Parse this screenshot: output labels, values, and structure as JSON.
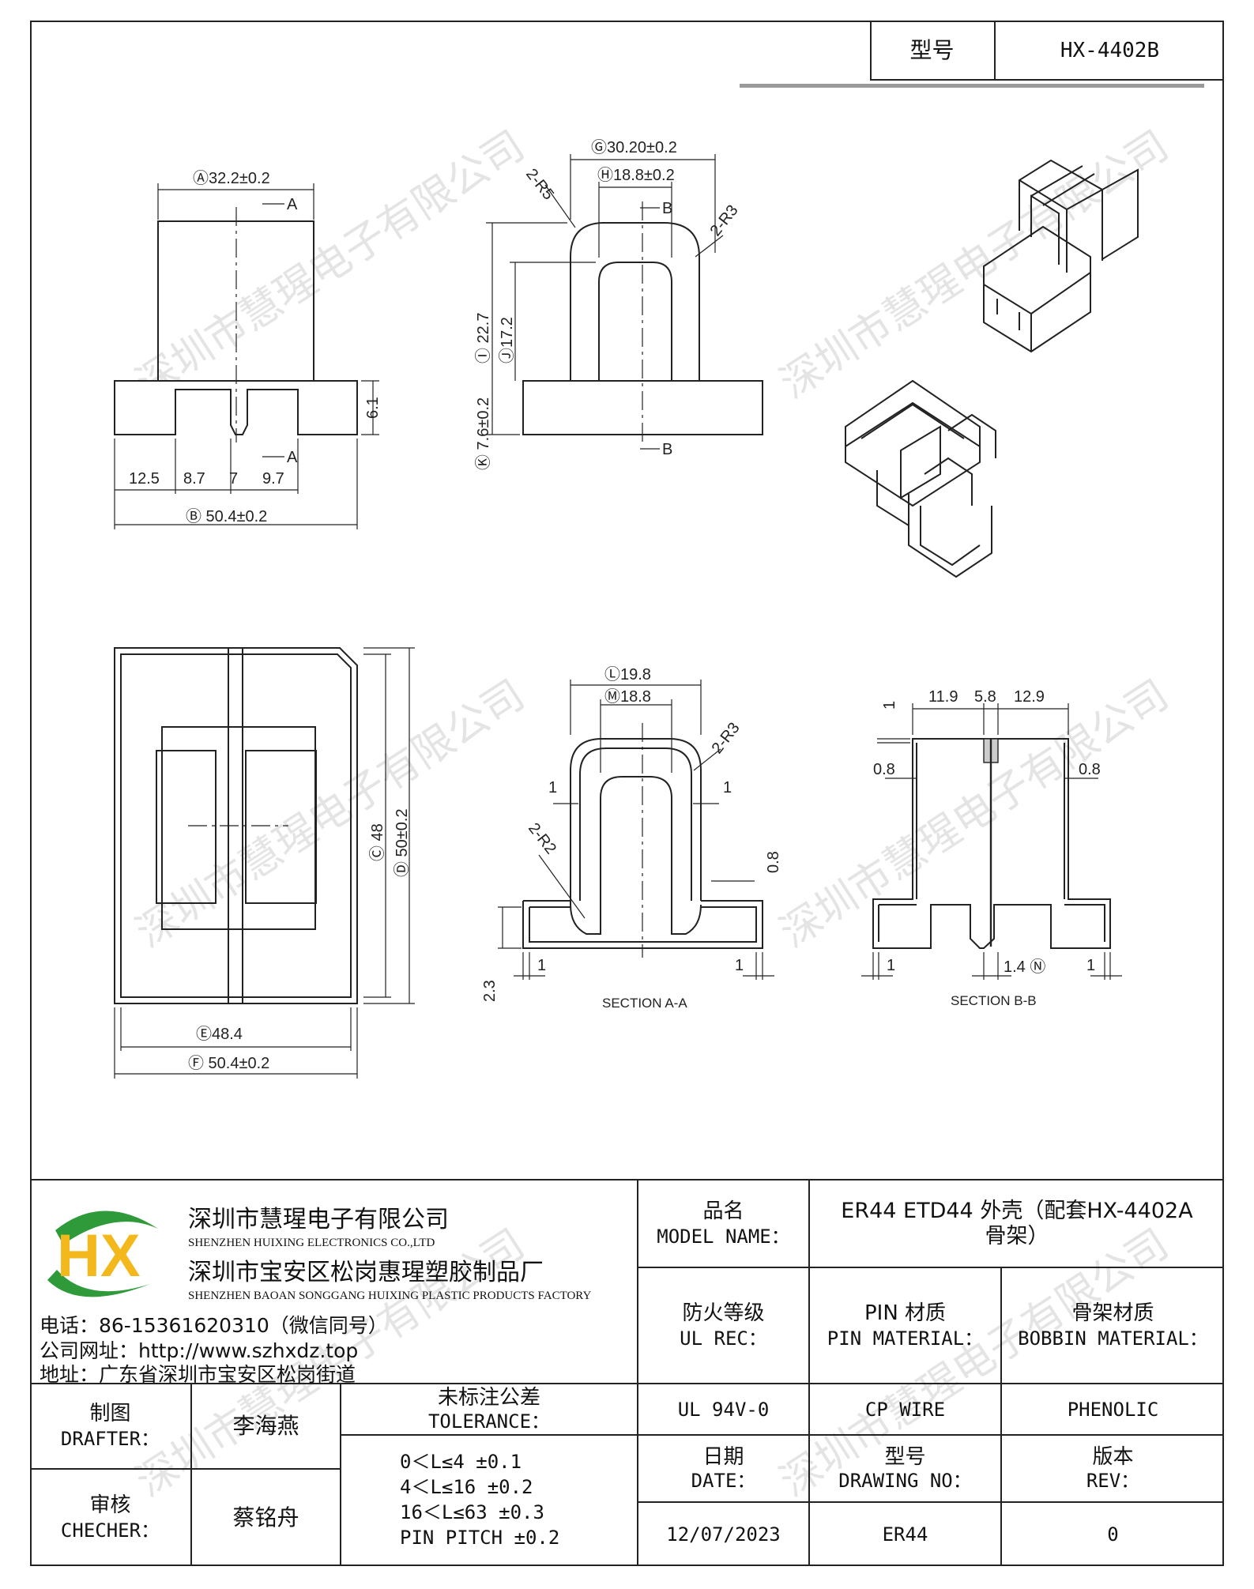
{
  "header": {
    "model_label": "型号",
    "model_value": "HX-4402B"
  },
  "watermark": "深圳市慧瑆电子有限公司",
  "drawing": {
    "view1": {
      "dim_A": "Ⓐ32.2±0.2",
      "cut_top": "A",
      "cut_bottom": "A",
      "dim_B": "Ⓑ 50.4±0.2",
      "dims": [
        "12.5",
        "8.7",
        "7",
        "9.7"
      ],
      "side": "6.1"
    },
    "view2": {
      "dim_G": "Ⓖ30.20±0.2",
      "dim_H": "Ⓗ18.8±0.2",
      "r5": "2-R5",
      "r3": "2-R3",
      "cut_top": "B",
      "cut_bottom": "B",
      "dim_I": "Ⓘ 22.7",
      "dim_J": "Ⓙ17.2",
      "dim_K": "Ⓚ 7.6±0.2"
    },
    "view4": {
      "dim_E": "Ⓔ48.4",
      "dim_F": "Ⓕ 50.4±0.2",
      "dim_C": "Ⓒ 48",
      "dim_D": "Ⓓ 50±0.2"
    },
    "section_a": {
      "dim_L": "Ⓛ19.8",
      "dim_M": "Ⓜ18.8",
      "r3": "2-R3",
      "r2": "2-R2",
      "one_l": "1",
      "one_r": "1",
      "side": "0.8",
      "height": "2.3",
      "bot_l": "1",
      "bot_r": "1",
      "caption": "SECTION A-A"
    },
    "section_b": {
      "top_dims": [
        "11.9",
        "5.8",
        "12.9"
      ],
      "top_one": "1",
      "left_08": "0.8",
      "right_08": "0.8",
      "bot_l": "1",
      "bot_mid": "1.4 Ⓝ",
      "bot_r": "1",
      "caption": "SECTION B-B"
    }
  },
  "title_block": {
    "company_cn": "深圳市慧瑆电子有限公司",
    "company_en": "SHENZHEN HUIXING ELECTRONICS CO.,LTD",
    "factory_cn": "深圳市宝安区松岗惠瑆塑胶制品厂",
    "factory_en": "SHENZHEN BAOAN SONGGANG HUIXING PLASTIC PRODUCTS FACTORY",
    "phone": "电话：86-15361620310（微信同号）",
    "website": "公司网址：http://www.szhxdz.top",
    "address": "地址：广东省深圳市宝安区松岗街道",
    "logo_text": "HX",
    "logo_green": "#2f9a3a",
    "logo_yellow": "#f2b81c",
    "drafter_cn": "制图",
    "drafter_en": "DRAFTER：",
    "drafter_name": "李海燕",
    "checker_cn": "审核",
    "checker_en": "CHECHER：",
    "checker_name": "蔡铭舟",
    "tolerance_cn": "未标注公差",
    "tolerance_en": "TOLERANCE：",
    "tolerances": [
      "0＜L≤4   ±0.1",
      "4＜L≤16  ±0.2",
      "16＜L≤63  ±0.3",
      "PIN PITCH  ±0.2"
    ],
    "model_name_cn": "品名",
    "model_name_en": "MODEL NAME：",
    "model_name_value_1": "ER44 ETD44 外壳（配套HX-4402A",
    "model_name_value_2": "骨架）",
    "ul_cn": "防火等级",
    "ul_en": "UL REC：",
    "pin_cn": "PIN 材质",
    "pin_en": "PIN MATERIAL：",
    "bobbin_cn": "骨架材质",
    "bobbin_en": "BOBBIN MATERIAL：",
    "ul_value": "UL 94V-0",
    "pin_value": "CP WIRE",
    "bobbin_value": "PHENOLIC",
    "date_cn": "日期",
    "date_en": "DATE：",
    "drawing_no_cn": "型号",
    "drawing_no_en": "DRAWING NO：",
    "rev_cn": "版本",
    "rev_en": "REV：",
    "date_value": "12/07/2023",
    "drawing_no_value": "ER44",
    "rev_value": "0"
  }
}
